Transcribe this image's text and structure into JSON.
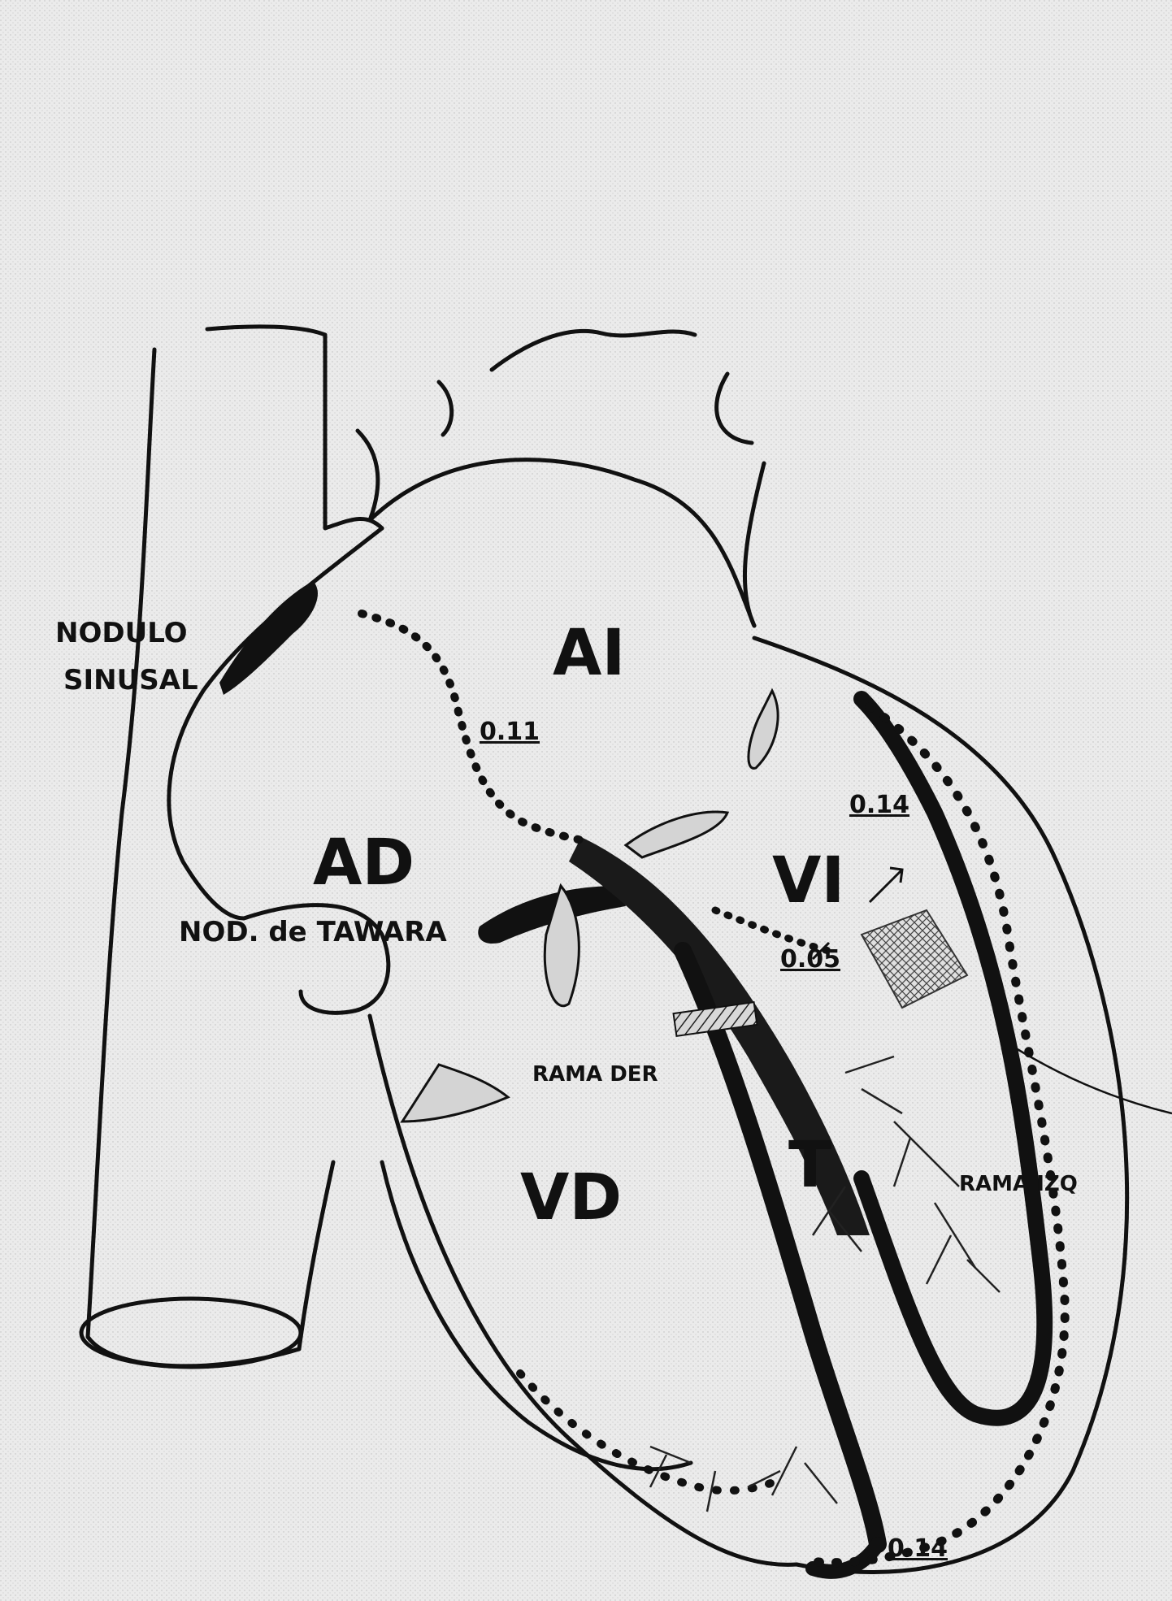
{
  "colors": {
    "paper": "#e9e9e9",
    "ink": "#111111",
    "tissue": "#cfcfcf"
  },
  "labels": {
    "sinus_node": [
      "NODULO",
      "SINUSAL"
    ],
    "ai": "AI",
    "ad": "AD",
    "vi": "VI",
    "vd": "VD",
    "t": "T",
    "tawara": "NOD. de TAWARA",
    "rama_der": "RAMA DER",
    "rama_izq": "RAMA IZQ"
  },
  "times": {
    "atrial": "0.11",
    "upper_left": "0.14",
    "septal": "0.05",
    "apex": "0.14"
  }
}
